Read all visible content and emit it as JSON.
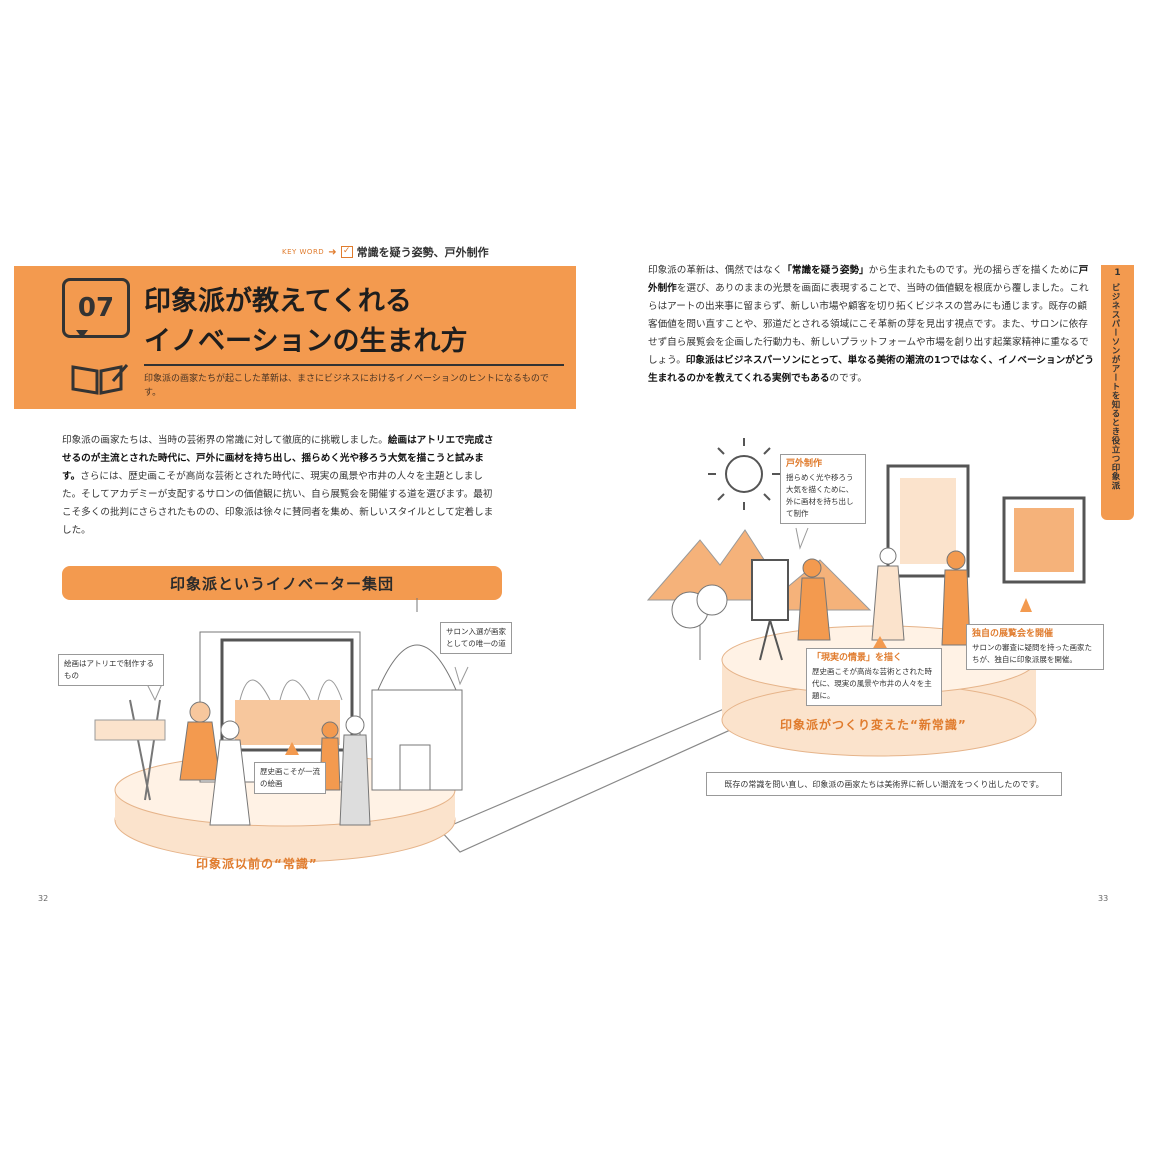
{
  "keyword": {
    "label": "KEY WORD",
    "text": "常識を疑う姿勢、戸外制作"
  },
  "title": {
    "number": "07",
    "line1": "印象派が教えてくれる",
    "line2": "イノベーションの生まれ方",
    "lead": "印象派の画家たちが起こした革新は、まさにビジネスにおけるイノベーションのヒントになるものです。"
  },
  "left_body": {
    "p1": "印象派の画家たちは、当時の芸術界の常識に対して徹底的に挑戦しました。",
    "b1": "絵画はアトリエで完成させるのが主流とされた時代に、戸外に画材を持ち出し、揺らめく光や移ろう大気を描こうと試みます。",
    "p2": "さらには、歴史画こそが高尚な芸術とされた時代に、現実の風景や市井の人々を主題としました。そしてアカデミーが支配するサロンの価値観に抗い、自ら展覧会を開催する道を選びます。最初こそ多くの批判にさらされたものの、印象派は徐々に賛同者を集め、新しいスタイルとして定着しました。"
  },
  "section_title": "印象派というイノベーター集団",
  "right_body": {
    "p1": "印象派の革新は、偶然ではなく",
    "b1": "「常識を疑う姿勢」",
    "p2": "から生まれたものです。光の揺らぎを描くために",
    "b2": "戸外制作",
    "p3": "を選び、ありのままの光景を画面に表現することで、当時の価値観を根底から覆しました。これらはアートの出来事に留まらず、新しい市場や顧客を切り拓くビジネスの営みにも通じます。既存の顧客価値を問い直すことや、邪道だとされる領域にこそ革新の芽を見出す視点です。また、サロンに依存せず自ら展覧会を企画した行動力も、新しいプラットフォームや市場を創り出す起業家精神に重なるでしょう。",
    "b3": "印象派はビジネスパーソンにとって、単なる美術の潮流の1つではなく、イノベーションがどう生まれるのかを教えてくれる実例でもある",
    "p4": "のです。"
  },
  "side_tab": {
    "number": "1",
    "text": "ビジネスパーソンがアートを知るとき役立つ印象派"
  },
  "illustration": {
    "left_bubble_1": "絵画はアトリエで制作するもの",
    "left_bubble_2": "サロン入選が画家としての唯一の道",
    "left_bubble_3": "歴史画こそが一流の絵画",
    "left_platform": "印象派以前の“常識”",
    "right_bubble_1_head": "戸外制作",
    "right_bubble_1": "揺らめく光や移ろう大気を描くために、外に画材を持ち出して制作",
    "right_bubble_2_head": "「現実の情景」を描く",
    "right_bubble_2": "歴史画こそが高尚な芸術とされた時代に、現実の風景や市井の人々を主題に。",
    "right_bubble_3_head": "独自の展覧会を開催",
    "right_bubble_3": "サロンの審査に疑問を持った画家たちが、独自に印象派展を開催。",
    "right_platform": "印象派がつくり変えた“新常識”",
    "caption": "既存の常識を問い直し、印象派の画家たちは美術界に新しい潮流をつくり出したのです。"
  },
  "pages": {
    "left": "32",
    "right": "33"
  },
  "colors": {
    "accent": "#f39a4f",
    "accent_dark": "#e07c2e",
    "platform": "#fbe3cc"
  }
}
